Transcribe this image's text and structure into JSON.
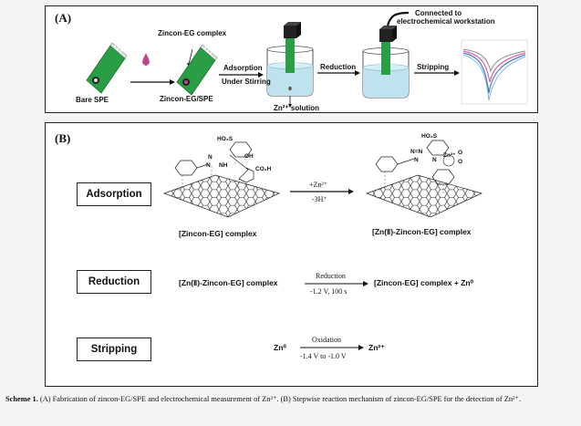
{
  "panel_a": {
    "label": "(A)",
    "bare_spe": "Bare SPE",
    "complex_top": "Zincon-EG complex",
    "spe_bottom": "Zincon-EG/SPE",
    "adsorption": "Adsorption",
    "under_stirring": "Under Stirring",
    "zn_solution": "Zn²⁺ solution",
    "reduction": "Reduction",
    "connected_1": "Connected to",
    "connected_2": "electrochemical workstation",
    "stripping": "Stripping"
  },
  "panel_b": {
    "label": "(B)",
    "steps": {
      "adsorption": "Adsorption",
      "reduction": "Reduction",
      "stripping": "Stripping"
    },
    "adsorption_row": {
      "left_label": "[Zincon-EG] complex",
      "right_label": "[Zn(Ⅱ)-Zincon-EG] complex",
      "arrow_top": "+Zn²⁺",
      "arrow_bottom": "-3H⁺",
      "mol_so3h": "HO₃S",
      "mol_oh": "OH",
      "mol_co2h": "CO₂H",
      "mol_n1": "N",
      "mol_n2": "N",
      "mol_nh": "NH",
      "mol_right_so3h": "HO₃S",
      "mol_right_n": "N=N",
      "mol_right_zn": "Zn²⁺",
      "mol_right_o1": "O",
      "mol_right_o2": "O",
      "mol_right_n2": "N",
      "mol_right_n3": "N"
    },
    "reduction_row": {
      "left": "[Zn(Ⅱ)-Zincon-EG] complex",
      "arrow_top": "Reduction",
      "arrow_bottom": "-1.2 V, 100 s",
      "right": "[Zincon-EG] complex + Zn⁰"
    },
    "stripping_row": {
      "left": "Zn⁰",
      "arrow_top": "Oxidation",
      "arrow_bottom": "-1.4 V to -1.0 V",
      "right": "Zn²⁺"
    }
  },
  "caption": {
    "label": "Scheme 1.",
    "text": "(A) Fabrication of zincon-EG/SPE and electrochemical measurement of Zn²⁺. (B) Stepwise reaction mechanism of zincon-EG/SPE for the detection of Zn²⁺."
  },
  "colors": {
    "electrode_green": "#2a9e45",
    "solution_blue": "#bfe3ee",
    "drop_pink": "#c2458e",
    "curve_blue": "#4a79c8",
    "curve_pink": "#d8609a",
    "curve_gray": "#8a8a8a"
  }
}
